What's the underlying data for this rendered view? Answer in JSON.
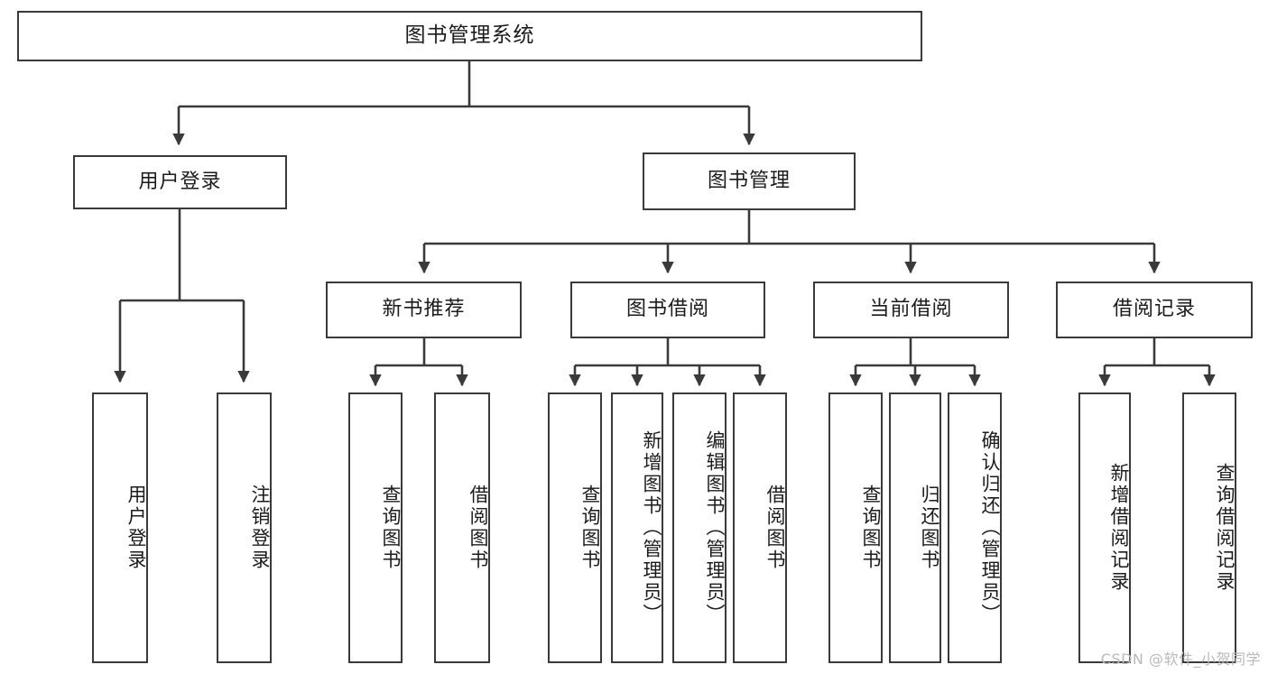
{
  "diagram": {
    "title": "图书管理系统",
    "watermark": "CSDN @软件_小贺同学",
    "line_color": "#3a3a3a",
    "box_fill": "#ffffff",
    "text_color": "#1b1b1b",
    "watermark_color": "#b9b9b9"
  },
  "nodes": {
    "root": {
      "label": "图书管理系统"
    },
    "level1": [
      {
        "label": "用户登录"
      },
      {
        "label": "图书管理"
      }
    ],
    "level2": [
      {
        "label": "新书推荐"
      },
      {
        "label": "图书借阅"
      },
      {
        "label": "当前借阅"
      },
      {
        "label": "借阅记录"
      }
    ],
    "leaves_user_login": [
      {
        "label": "用户登录"
      },
      {
        "label": "注销登录"
      }
    ],
    "leaves_new_books": [
      {
        "label": "查询图书"
      },
      {
        "label": "借阅图书"
      }
    ],
    "leaves_borrow": [
      {
        "label": "查询图书"
      },
      {
        "label": "新增图书（管理员）"
      },
      {
        "label": "编辑图书（管理员）"
      },
      {
        "label": "借阅图书"
      }
    ],
    "leaves_current": [
      {
        "label": "查询图书"
      },
      {
        "label": "归还图书"
      },
      {
        "label": "确认归还（管理员）"
      }
    ],
    "leaves_records": [
      {
        "label": "新增借阅记录"
      },
      {
        "label": "查询借阅记录"
      }
    ]
  }
}
